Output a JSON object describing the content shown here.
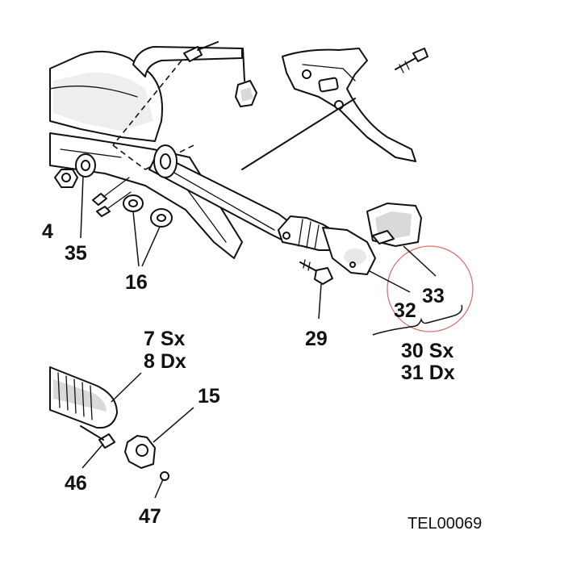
{
  "labels": {
    "l4": "4",
    "l35": "35",
    "l16": "16",
    "l29": "29",
    "l32": "32",
    "l33": "33",
    "l30": "30 Sx",
    "l31": "31 Dx",
    "l7": "7 Sx",
    "l8": "8 Dx",
    "l15": "15",
    "l46": "46",
    "l47": "47"
  },
  "drawing_code": "TEL00069",
  "colors": {
    "line": "#111111",
    "highlight_circle": "#e07070",
    "shade": "#d9d9d9"
  }
}
